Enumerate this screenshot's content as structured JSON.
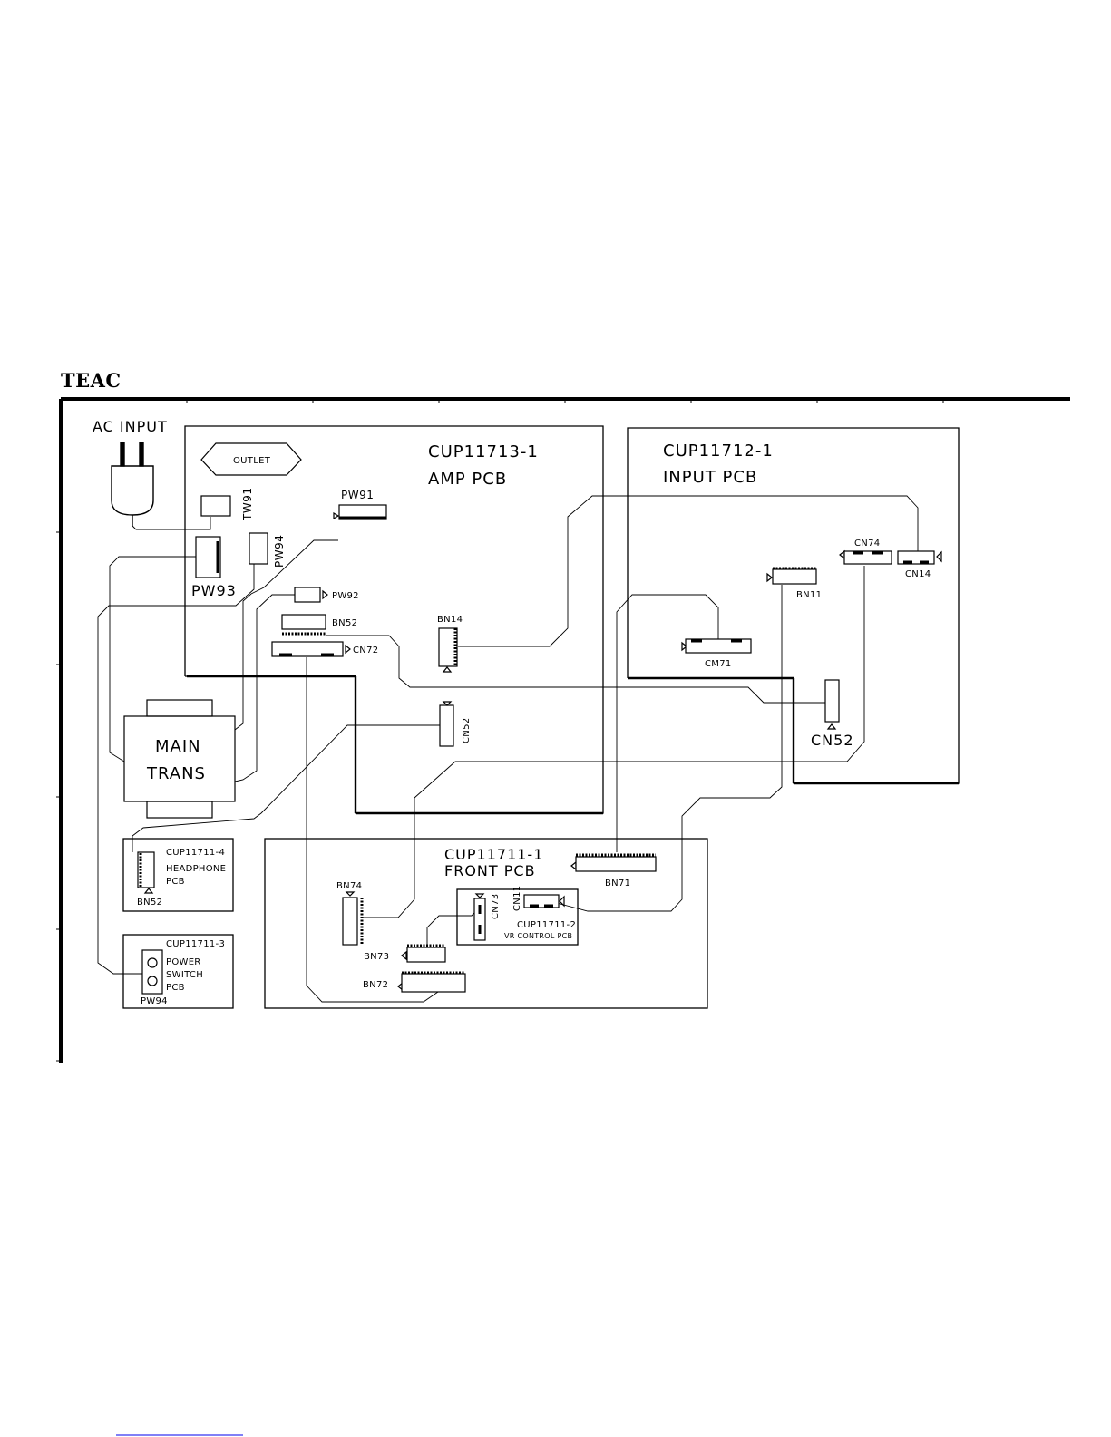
{
  "brand": "TEAC",
  "ac_input": "AC INPUT",
  "outlet": "OUTLET",
  "boards": {
    "amp": {
      "part": "CUP11713-1",
      "name": "AMP PCB"
    },
    "input": {
      "part": "CUP11712-1",
      "name": "INPUT PCB"
    },
    "front": {
      "part": "CUP11711-1",
      "name": "FRONT PCB"
    },
    "headphone": {
      "part": "CUP11711-4",
      "line1": "HEADPHONE",
      "line2": "PCB"
    },
    "power_switch": {
      "part": "CUP11711-3",
      "line1": "POWER",
      "line2": "SWITCH",
      "line3": "PCB"
    },
    "vr_control": {
      "part": "CUP11711-2",
      "name": "VR CONTROL PCB"
    }
  },
  "transformer": {
    "line1": "MAIN",
    "line2": "TRANS"
  },
  "connectors": {
    "tw91": "TW91",
    "pw94_amp": "PW94",
    "pw93": "PW93",
    "pw91": "PW91",
    "pw92": "PW92",
    "bn52_amp": "BN52",
    "cn72": "CN72",
    "bn14": "BN14",
    "cn52_amp": "CN52",
    "cn74": "CN74",
    "cn14": "CN14",
    "bn11": "BN11",
    "cm71": "CM71",
    "cn52_input": "CN52",
    "bn52_hp": "BN52",
    "pw94_sw": "PW94",
    "bn74": "BN74",
    "bn73": "BN73",
    "bn72": "BN72",
    "bn71": "BN71",
    "cn73": "CN73",
    "cn11": "CN11"
  },
  "colors": {
    "line": "#000000",
    "background": "#ffffff",
    "footer_link": "#0000ee"
  }
}
